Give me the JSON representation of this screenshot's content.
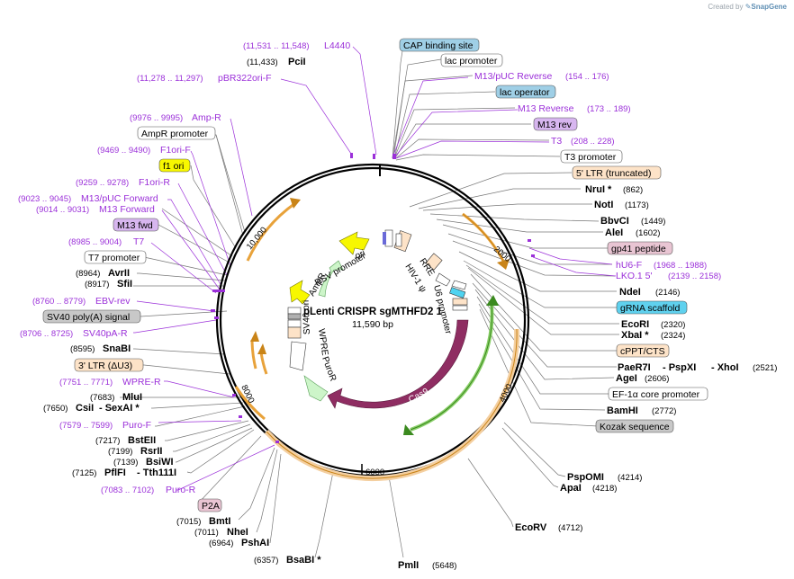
{
  "watermark": {
    "prefix": "Created by",
    "brand": "SnapGene"
  },
  "plasmid": {
    "name": "pLenti CRISPR sgMTHFD2 1",
    "size": "11,590 bp"
  },
  "ticks": [
    "2000",
    "4000",
    "6000",
    "8000",
    "10,000"
  ],
  "inner_features": [
    {
      "label": "ori"
    },
    {
      "label": "AmpR"
    },
    {
      "label": "RSV promoter"
    },
    {
      "label": "SV40 ori"
    },
    {
      "label": "RRE"
    },
    {
      "label": "HIV-1 ψ"
    },
    {
      "label": "U6 promoter"
    },
    {
      "label": "WPRE"
    },
    {
      "label": "PuroR"
    },
    {
      "label": "Cas9"
    }
  ],
  "sites": [
    {
      "name": "PciI",
      "pos": "(11,433)"
    },
    {
      "name": "NruI *",
      "pos": "(862)"
    },
    {
      "name": "NotI",
      "pos": "(1173)"
    },
    {
      "name": "BbvCI",
      "pos": "(1449)"
    },
    {
      "name": "AleI",
      "pos": "(1602)"
    },
    {
      "name": "NdeI",
      "pos": "(2146)"
    },
    {
      "name": "EcoRI",
      "pos": "(2320)"
    },
    {
      "name": "XbaI *",
      "pos": "(2324)"
    },
    {
      "name": "PaeR7I",
      "name2": "- PspXI",
      "name3": "- XhoI",
      "pos": "(2521)"
    },
    {
      "name": "AgeI",
      "pos": "(2606)"
    },
    {
      "name": "BamHI",
      "pos": "(2772)"
    },
    {
      "name": "PspOMI",
      "pos": "(4214)"
    },
    {
      "name": "ApaI",
      "pos": "(4218)"
    },
    {
      "name": "EcoRV",
      "pos": "(4712)"
    },
    {
      "name": "PmlI",
      "pos": "(5648)"
    },
    {
      "name": "BsaBI *",
      "pos": "(6357)"
    },
    {
      "name": "PshAI",
      "pos": "(6964)"
    },
    {
      "name": "NheI",
      "pos": "(7011)"
    },
    {
      "name": "BmtI",
      "pos": "(7015)"
    },
    {
      "name": "PflFI",
      "name2": "- Tth111I",
      "pos": "(7125)"
    },
    {
      "name": "BsiWI",
      "pos": "(7139)"
    },
    {
      "name": "RsrII",
      "pos": "(7199)"
    },
    {
      "name": "BstEII",
      "pos": "(7217)"
    },
    {
      "name": "CsiI",
      "name2": "- SexAI *",
      "pos": "(7650)"
    },
    {
      "name": "MluI",
      "pos": "(7683)"
    },
    {
      "name": "SnaBI",
      "pos": "(8595)"
    },
    {
      "name": "SfiI",
      "pos": "(8917)"
    },
    {
      "name": "AvrII",
      "pos": "(8964)"
    }
  ],
  "primers": [
    {
      "name": "L4440",
      "pos": "(11,531 .. 11,548)"
    },
    {
      "name": "pBR322ori-F",
      "pos": "(11,278 .. 11,297)"
    },
    {
      "name": "Amp-R",
      "pos": "(9976 .. 9995)"
    },
    {
      "name": "F1ori-F",
      "pos": "(9469 .. 9490)"
    },
    {
      "name": "F1ori-R",
      "pos": "(9259 .. 9278)"
    },
    {
      "name": "M13/pUC Forward",
      "pos": "(9023 .. 9045)"
    },
    {
      "name": "M13 Forward",
      "pos": "(9014 .. 9031)"
    },
    {
      "name": "T7",
      "pos": "(8985 .. 9004)"
    },
    {
      "name": "EBV-rev",
      "pos": "(8760 .. 8779)"
    },
    {
      "name": "SV40pA-R",
      "pos": "(8706 .. 8725)"
    },
    {
      "name": "WPRE-R",
      "pos": "(7751 .. 7771)"
    },
    {
      "name": "Puro-F",
      "pos": "(7579 .. 7599)"
    },
    {
      "name": "Puro-R",
      "pos": "(7083 .. 7102)"
    },
    {
      "name": "M13/pUC Reverse",
      "pos": "(154 .. 176)"
    },
    {
      "name": "M13 Reverse",
      "pos": "(173 .. 189)"
    },
    {
      "name": "T3",
      "pos": "(208 .. 228)"
    },
    {
      "name": "hU6-F",
      "pos": "(1968 .. 1988)"
    },
    {
      "name": "LKO.1 5'",
      "pos": "(2139 .. 2158)"
    }
  ],
  "boxes": [
    {
      "label": "CAP binding site",
      "color": "#9fcfe6"
    },
    {
      "label": "lac promoter",
      "color": "#ffffff"
    },
    {
      "label": "lac operator",
      "color": "#9fcfe6"
    },
    {
      "label": "M13 rev",
      "color": "#d7b6ef"
    },
    {
      "label": "T3 promoter",
      "color": "#ffffff"
    },
    {
      "label": "5' LTR (truncated)",
      "color": "#fde3c8"
    },
    {
      "label": "gp41 peptide",
      "color": "#e9c5d3"
    },
    {
      "label": "gRNA scaffold",
      "color": "#5fd1ee"
    },
    {
      "label": "cPPT/CTS",
      "color": "#fde3c8"
    },
    {
      "label": "EF-1α core promoter",
      "color": "#ffffff"
    },
    {
      "label": "Kozak sequence",
      "color": "#c8c8c8"
    },
    {
      "label": "AmpR promoter",
      "color": "#ffffff"
    },
    {
      "label": "f1 ori",
      "color": "#f7f700"
    },
    {
      "label": "M13 fwd",
      "color": "#d7b6ef"
    },
    {
      "label": "T7 promoter",
      "color": "#ffffff"
    },
    {
      "label": "SV40 poly(A) signal",
      "color": "#c8c8c8"
    },
    {
      "label": "3' LTR (ΔU3)",
      "color": "#fde3c8"
    },
    {
      "label": "P2A",
      "color": "#e9c5d3"
    }
  ]
}
